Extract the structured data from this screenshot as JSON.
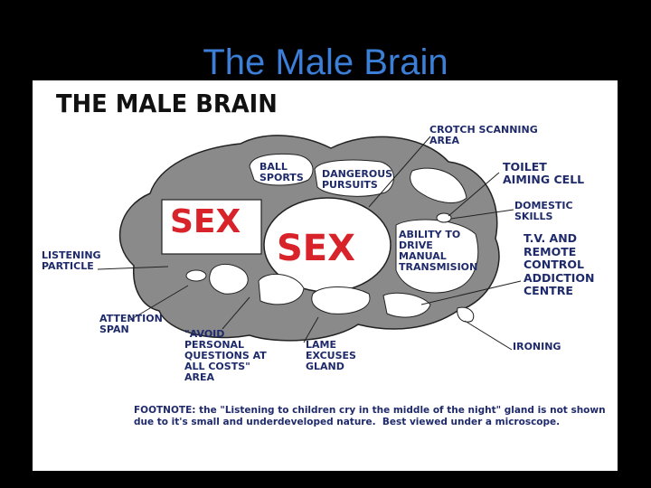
{
  "slide": {
    "title": "The Male Brain"
  },
  "diagram": {
    "heading": "THE MALE BRAIN",
    "regions": {
      "sex_small": "SEX",
      "sex_large": "SEX",
      "ball_sports": "BALL\nSPORTS",
      "dangerous_pursuits": "DANGEROUS\nPURSUITS",
      "ability_to_drive": "ABILITY TO\nDRIVE\nMANUAL\nTRANSMISION"
    },
    "callouts": {
      "crotch_scanning": "CROTCH SCANNING\nAREA",
      "toilet_aiming": "TOILET\nAIMING CELL",
      "domestic_skills": "DOMESTIC\nSKILLS",
      "tv_remote": "T.V. AND\nREMOTE\nCONTROL\nADDICTION\nCENTRE",
      "ironing": "IRONING",
      "listening_particle": "LISTENING\nPARTICLE",
      "attention_span": "ATTENTION\nSPAN",
      "avoid_personal": "\"AVOID\nPERSONAL\nQUESTIONS AT\nALL COSTS\"\nAREA",
      "lame_excuses": "LAME\nEXCUSES\nGLAND"
    },
    "footnote": "FOOTNOTE: the \"Listening to children cry in the middle of the night\" gland is not shown\ndue to it's small and underdeveloped nature.  Best viewed under a microscope.",
    "colors": {
      "brain_gray": "#8a8a8a",
      "accent_red": "#d8232a",
      "label_navy": "#1f2a6b",
      "title_blue": "#3b7fd8"
    }
  }
}
